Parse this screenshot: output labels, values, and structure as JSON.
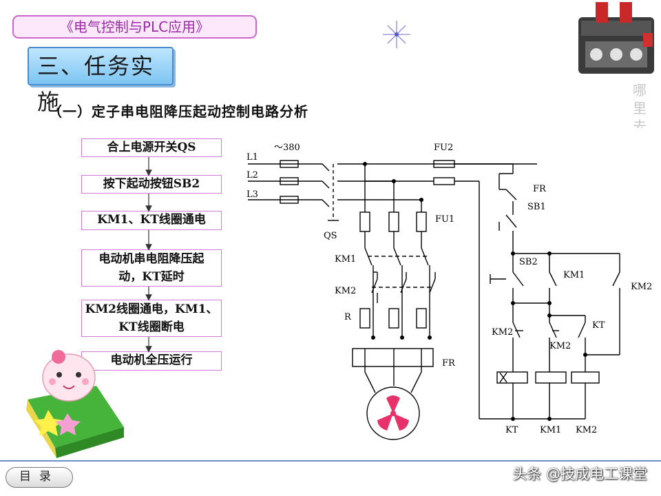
{
  "header": {
    "course_title": "《电气控制与PLC应用》",
    "section_title": "三、任务实施",
    "subtitle": "（一）定子串电阻降压起动控制电路分析"
  },
  "flow": {
    "steps": [
      {
        "line1": "合上电源开关QS",
        "line2": ""
      },
      {
        "line1": "按下起动按钮SB2",
        "line2": ""
      },
      {
        "line1": "KM1、KT线圈通电",
        "line2": ""
      },
      {
        "line1": "电动机串电阻降压起",
        "line2": "动，KT延时"
      },
      {
        "line1": "KM2线圈通电，KM1、",
        "line2": "KT线圈断电"
      },
      {
        "line1": "电动机全压运行",
        "line2": ""
      }
    ]
  },
  "circuit": {
    "supply_label": "～380",
    "lines": [
      "L1",
      "L2",
      "L3"
    ],
    "qs": "QS",
    "fu1": "FU1",
    "fu2": "FU2",
    "km1": "KM1",
    "km2": "KM2",
    "r": "R",
    "fr": "FR",
    "fr_ctrl": "FR",
    "sb1": "SB1",
    "sb2": "SB2",
    "km1_ctrl": "KM1",
    "km2_ctrl": "KM2",
    "kt_contact": "KT",
    "km2_nc_a": "KM2",
    "km2_nc_b": "KM2",
    "coil_kt": "KT",
    "coil_km1": "KM1",
    "coil_km2": "KM2"
  },
  "side_text": "哪里去",
  "nav": {
    "contents_label": "目录"
  },
  "watermark": "头条 @技成电工课堂",
  "colors": {
    "accent": "#cc66cc",
    "banner": "#7cc4f2",
    "motor": "#e8306a"
  }
}
